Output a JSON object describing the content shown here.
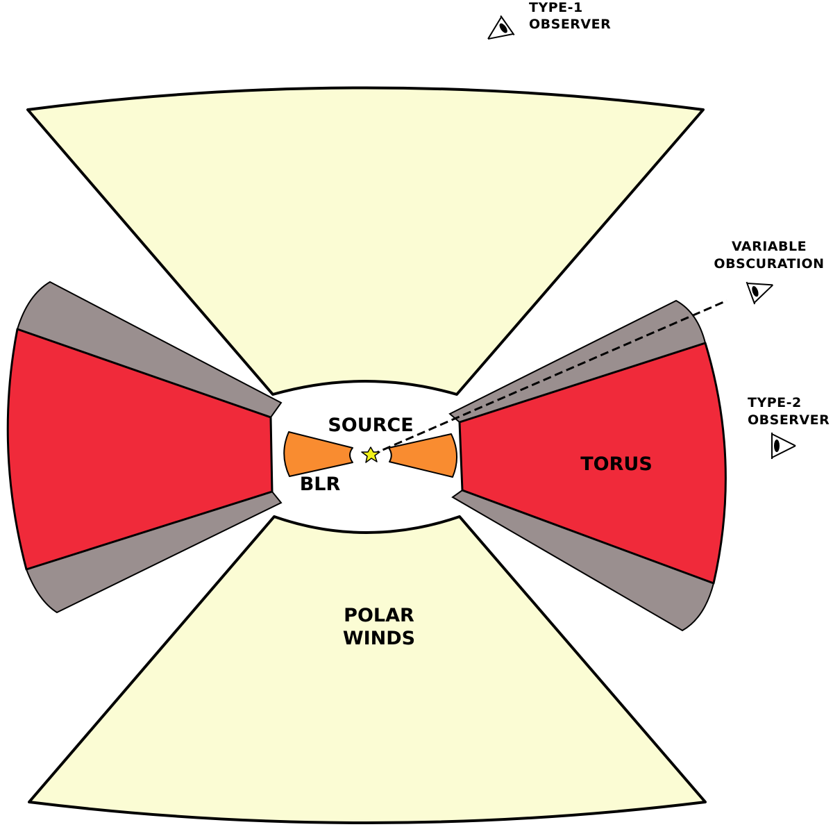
{
  "labels": {
    "type1_line1": "TYPE-1",
    "type1_line2": "OBSERVER",
    "variable_line1": "VARIABLE",
    "variable_line2": "OBSCURATION",
    "type2_line1": "TYPE-2",
    "type2_line2": "OBSERVER",
    "source": "SOURCE",
    "blr": "BLR",
    "torus": "TORUS",
    "polar_line1": "POLAR",
    "polar_line2": "WINDS"
  },
  "colors": {
    "polar_winds": "#fbfcd4",
    "torus": "#f02a3a",
    "torus_edge": "#9a8f8f",
    "blr": "#f98c30",
    "source_star": "#f2f21a",
    "outline": "#000000"
  },
  "icons": [
    "eye-icon",
    "star-icon"
  ]
}
